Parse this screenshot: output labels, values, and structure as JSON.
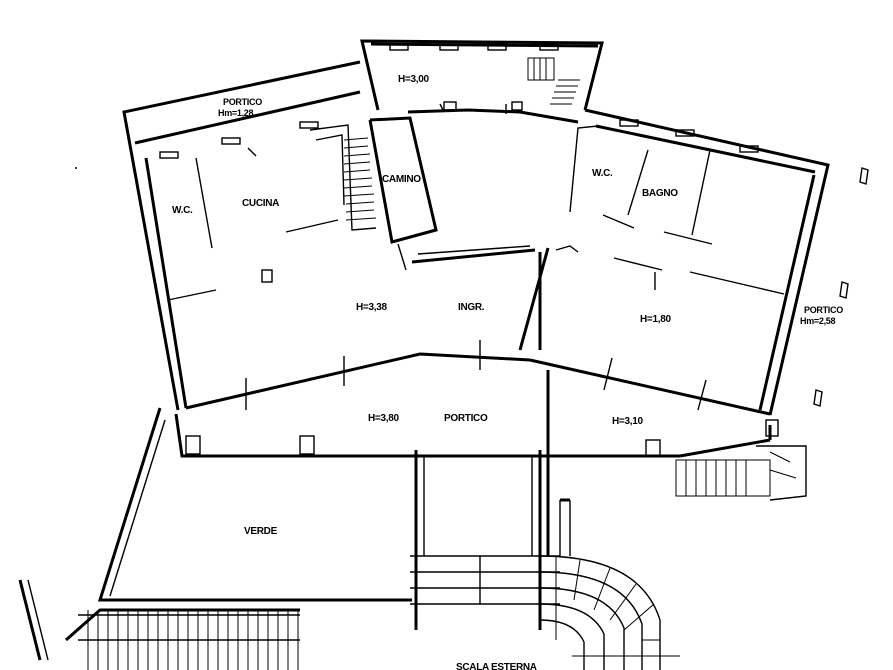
{
  "labels": {
    "portico_top": "PORTICO",
    "portico_top_h": "Hm=1,28",
    "h_top": "H=3,00",
    "cucina": "CUCINA",
    "wc_left": "W.C.",
    "camino": "CAMINO",
    "wc_right": "W.C.",
    "bagno": "BAGNO",
    "h_left": "H=3,38",
    "ingr": "INGR.",
    "h_right": "H=1,80",
    "portico_right": "PORTICO",
    "portico_right_h": "Hm=2,58",
    "h_portico": "H=3,80",
    "portico_front": "PORTICO",
    "h_terrace": "H=3,10",
    "verde": "VERDE",
    "scala": "SCALA ESTERNA"
  }
}
